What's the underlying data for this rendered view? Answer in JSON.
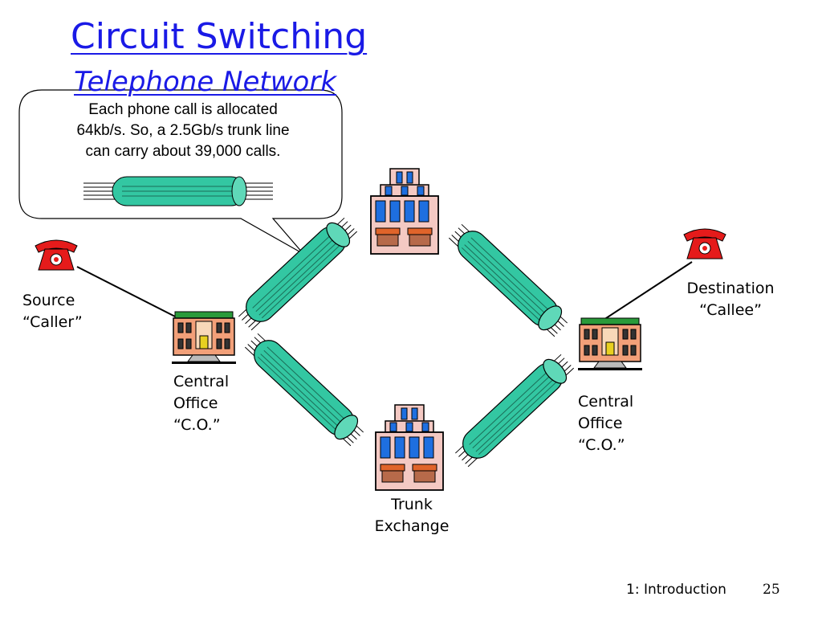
{
  "slide": {
    "title": "Circuit Switching",
    "subtitle": "Telephone Network",
    "callout": {
      "line1": "Each phone call is allocated",
      "line2": "64kb/s. So, a 2.5Gb/s trunk line",
      "line3": "can carry about 39,000 calls."
    },
    "labels": {
      "source_line1": "Source",
      "source_line2": "“Caller”",
      "destination_line1": "Destination",
      "destination_line2": "“Callee”",
      "co_left_line1": "Central",
      "co_left_line2": "Office",
      "co_left_line3": "“C.O.”",
      "co_right_line1": "Central",
      "co_right_line2": "Office",
      "co_right_line3": "“C.O.”",
      "trunk_line1": "Trunk",
      "trunk_line2": "Exchange"
    },
    "footer": {
      "section": "1: Introduction",
      "page": "25"
    },
    "icons": [
      "telephone-icon",
      "central-office-building-icon",
      "trunk-exchange-building-icon",
      "trunk-cable-icon"
    ],
    "colors": {
      "title": "#1a1ae6",
      "cable": "#33c7a2",
      "telephone": "#e51b1b",
      "building": "#f2a079"
    }
  }
}
